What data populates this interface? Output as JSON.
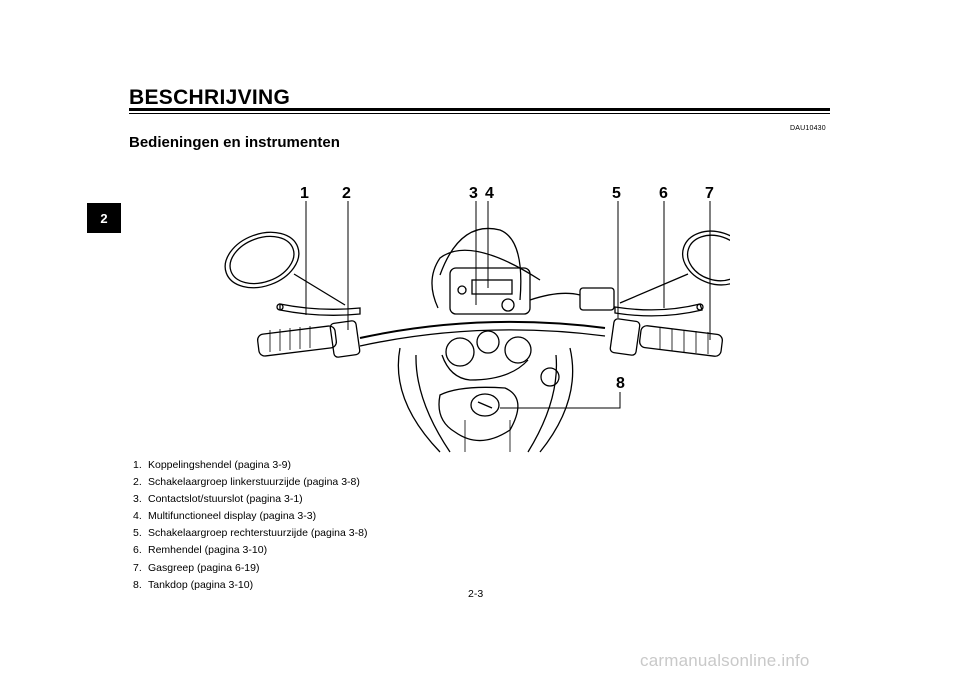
{
  "chapter_tab": "2",
  "header": {
    "title": "BESCHRIJVING"
  },
  "doc_code": "DAU10430",
  "subtitle": "Bedieningen en instrumenten",
  "callouts": [
    "1",
    "2",
    "3",
    "4",
    "5",
    "6",
    "7",
    "8"
  ],
  "legend": [
    {
      "num": "1.",
      "text": "Koppelingshendel (pagina 3-9)"
    },
    {
      "num": "2.",
      "text": "Schakelaargroep linkerstuurzijde (pagina 3-8)"
    },
    {
      "num": "3.",
      "text": "Contactslot/stuurslot (pagina 3-1)"
    },
    {
      "num": "4.",
      "text": "Multifunctioneel display (pagina 3-3)"
    },
    {
      "num": "5.",
      "text": "Schakelaargroep rechterstuurzijde (pagina 3-8)"
    },
    {
      "num": "6.",
      "text": "Remhendel (pagina 3-10)"
    },
    {
      "num": "7.",
      "text": "Gasgreep (pagina 6-19)"
    },
    {
      "num": "8.",
      "text": "Tankdop (pagina 3-10)"
    }
  ],
  "page_number": "2-3",
  "watermark": "carmanualsonline.info"
}
